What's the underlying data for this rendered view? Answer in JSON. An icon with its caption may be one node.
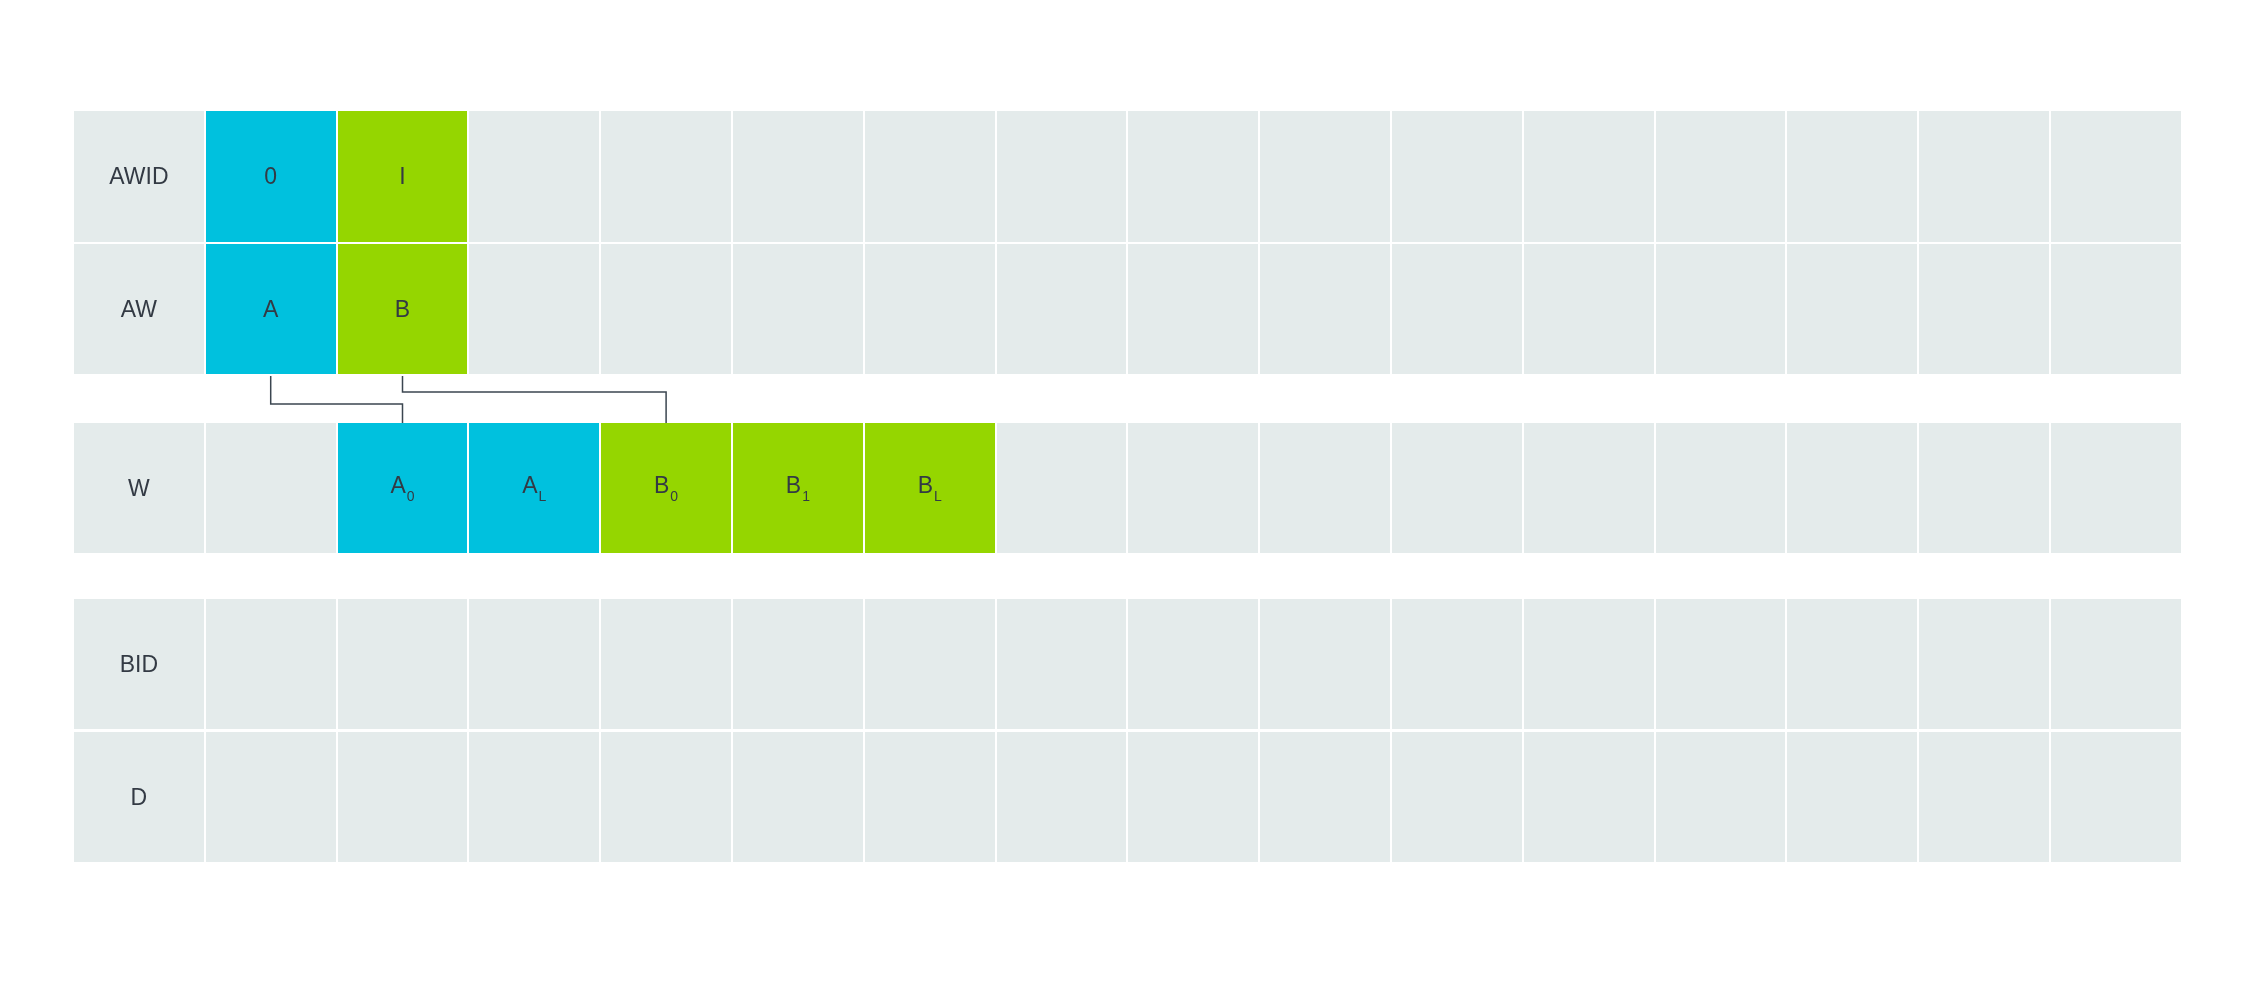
{
  "diagram": {
    "nodes": [
      {
        "text": [
          "AWID"
        ]
      },
      {
        "text": [
          "0"
        ]
      },
      {
        "text": [
          "I"
        ]
      },
      {
        "text": [],
        "shape": "box"
      },
      {
        "text": [],
        "shape": "box"
      },
      {
        "text": [],
        "shape": "box"
      },
      {
        "text": [],
        "shape": "box"
      },
      {
        "text": [],
        "shape": "box"
      },
      {
        "text": [],
        "shape": "box"
      },
      {
        "text": [],
        "shape": "box"
      },
      {
        "text": [],
        "shape": "box"
      },
      {
        "text": [],
        "shape": "box"
      },
      {
        "text": [],
        "shape": "box"
      },
      {
        "text": [],
        "shape": "box"
      },
      {
        "text": [],
        "shape": "box"
      },
      {
        "text": [],
        "shape": "box"
      },
      {
        "text": [
          "AW"
        ]
      },
      {
        "text": [
          "A"
        ]
      },
      {
        "text": [
          "B"
        ]
      },
      {
        "text": [],
        "shape": "box"
      },
      {
        "text": [],
        "shape": "box"
      },
      {
        "text": [],
        "shape": "box"
      },
      {
        "text": [],
        "shape": "box"
      },
      {
        "text": [],
        "shape": "box"
      },
      {
        "text": [],
        "shape": "box"
      },
      {
        "text": [],
        "shape": "box"
      },
      {
        "text": [],
        "shape": "box"
      },
      {
        "text": [],
        "shape": "box"
      },
      {
        "text": [],
        "shape": "box"
      },
      {
        "text": [],
        "shape": "box"
      },
      {
        "text": [],
        "shape": "box"
      },
      {
        "text": [],
        "shape": "box"
      },
      {
        "text": [
          "W"
        ]
      },
      {
        "text": [],
        "shape": "box"
      },
      {
        "text": [
          "A$_{0}$"
        ]
      },
      {
        "text": [
          "A$_{L}$"
        ]
      },
      {
        "text": [
          "B$_{0}$"
        ]
      },
      {
        "text": [
          "B$_{1}$"
        ]
      },
      {
        "text": [
          "B$_{L}$"
        ]
      },
      {
        "text": [],
        "shape": "box"
      },
      {
        "text": [],
        "shape": "box"
      },
      {
        "text": [],
        "shape": "box"
      },
      {
        "text": [],
        "shape": "box"
      },
      {
        "text": [],
        "shape": "box"
      },
      {
        "text": [],
        "shape": "box"
      },
      {
        "text": [],
        "shape": "box"
      },
      {
        "text": [],
        "shape": "box"
      },
      {
        "text": [],
        "shape": "box"
      },
      {
        "text": [
          "BID"
        ]
      },
      {
        "text": [],
        "shape": "box"
      },
      {
        "text": [],
        "shape": "box"
      },
      {
        "text": [],
        "shape": "box"
      },
      {
        "text": [],
        "shape": "box"
      },
      {
        "text": [],
        "shape": "box"
      },
      {
        "text": [],
        "shape": "box"
      },
      {
        "text": [],
        "shape": "box"
      },
      {
        "text": [],
        "shape": "box"
      },
      {
        "text": [],
        "shape": "box"
      },
      {
        "text": [],
        "shape": "box"
      },
      {
        "text": [],
        "shape": "box"
      },
      {
        "text": [],
        "shape": "box"
      },
      {
        "text": [],
        "shape": "box"
      },
      {
        "text": [],
        "shape": "box"
      },
      {
        "text": [],
        "shape": "box"
      },
      {
        "text": [
          "D"
        ]
      },
      {
        "text": [],
        "shape": "box"
      },
      {
        "text": [],
        "shape": "box"
      },
      {
        "text": [],
        "shape": "box"
      },
      {
        "text": [],
        "shape": "box"
      },
      {
        "text": [],
        "shape": "box"
      },
      {
        "text": [],
        "shape": "box"
      },
      {
        "text": [],
        "shape": "box"
      },
      {
        "text": [],
        "shape": "box"
      },
      {
        "text": [],
        "shape": "box"
      },
      {
        "text": [],
        "shape": "box"
      },
      {
        "text": [],
        "shape": "box"
      },
      {
        "text": [],
        "shape": "box"
      },
      {
        "text": [],
        "shape": "box"
      },
      {
        "text": [],
        "shape": "box"
      },
      {
        "text": [],
        "shape": "box"
      }
    ],
    "edges": [
      {
        "from": 17,
        "to": 34,
        "arrow": "none"
      },
      {
        "from": 18,
        "to": 36,
        "arrow": "none"
      }
    ]
  }
}
